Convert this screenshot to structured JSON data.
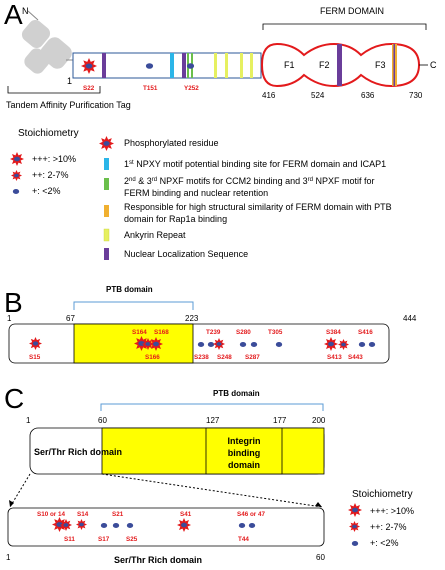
{
  "colors": {
    "red": "#e31a1c",
    "yellow": "#ffff00",
    "blue_dot": "#3b4c9a",
    "purple": "#6a3d9a",
    "cyan": "#2bb5e8",
    "green": "#6abf4b",
    "orange_yellow": "#f0b030",
    "lime": "#e6f060",
    "bracket": "#5b9bd5",
    "grey_tag": "#d0d0d0"
  },
  "panelA": {
    "letter": "A",
    "n_term": "N",
    "c_term": "C",
    "ferm_title": "FERM DOMAIN",
    "tag_label": "Tandem Affinity Purification Tag",
    "pos_start": "1",
    "pos_416": "416",
    "pos_524": "524",
    "pos_636": "636",
    "pos_730": "730",
    "lobes": [
      "F1",
      "F2",
      "F3"
    ],
    "sites": [
      "S22",
      "T151",
      "Y252"
    ],
    "stoich_title": "Stoichiometry",
    "stoich": [
      "+++: >10%",
      "++: 2-7%",
      "+: <2%"
    ],
    "legend": [
      {
        "icon": "star-icon",
        "text": "Phosphorylated residue"
      },
      {
        "icon": "cyan-bar-icon",
        "text_parts": [
          "1",
          "st",
          " NPXY motif potential binding site for FERM domain and ICAP1"
        ]
      },
      {
        "icon": "green-bar-icon",
        "text_parts": [
          "2",
          "nd",
          " & 3",
          "rd",
          " NPXF motifs for CCM2 binding  and 3",
          "rd",
          " NPXF motif for"
        ],
        "text2": "FERM binding and nuclear retention"
      },
      {
        "icon": "orange-bar-icon",
        "text": "Responsible for high structural similarity of FERM domain with PTB",
        "text2": "domain for Rap1a binding"
      },
      {
        "icon": "lime-bar-icon",
        "text": "Ankyrin Repeat"
      },
      {
        "icon": "purple-bar-icon",
        "text": "Nuclear Localization Sequence"
      }
    ]
  },
  "panelB": {
    "letter": "B",
    "domain_title": "PTB domain",
    "ticks": [
      "1",
      "67",
      "223",
      "444"
    ],
    "sites_top": [
      "S164",
      "S168",
      "T239",
      "S280",
      "T305",
      "S384",
      "S416"
    ],
    "sites_bottom": [
      "S15",
      "S166",
      "S238",
      "S248",
      "S287",
      "S413",
      "S443"
    ]
  },
  "panelC": {
    "letter": "C",
    "domain_title": "PTB domain",
    "ticks": [
      "1",
      "60",
      "127",
      "177",
      "200"
    ],
    "ser_thr_label": "Ser/Thr Rich domain",
    "integrin_label": [
      "Integrin",
      "binding",
      "domain"
    ],
    "zoom_ticks": [
      "1",
      "60"
    ],
    "zoom_title": "Ser/Thr Rich domain",
    "sites_top": [
      "S10 or 14",
      "S14",
      "S21",
      "S41",
      "S46 or 47"
    ],
    "sites_bottom": [
      "S11",
      "S17",
      "S25",
      "T44"
    ],
    "stoich_title": "Stoichiometry",
    "stoich": [
      "+++: >10%",
      "++: 2-7%",
      "+: <2%"
    ]
  }
}
